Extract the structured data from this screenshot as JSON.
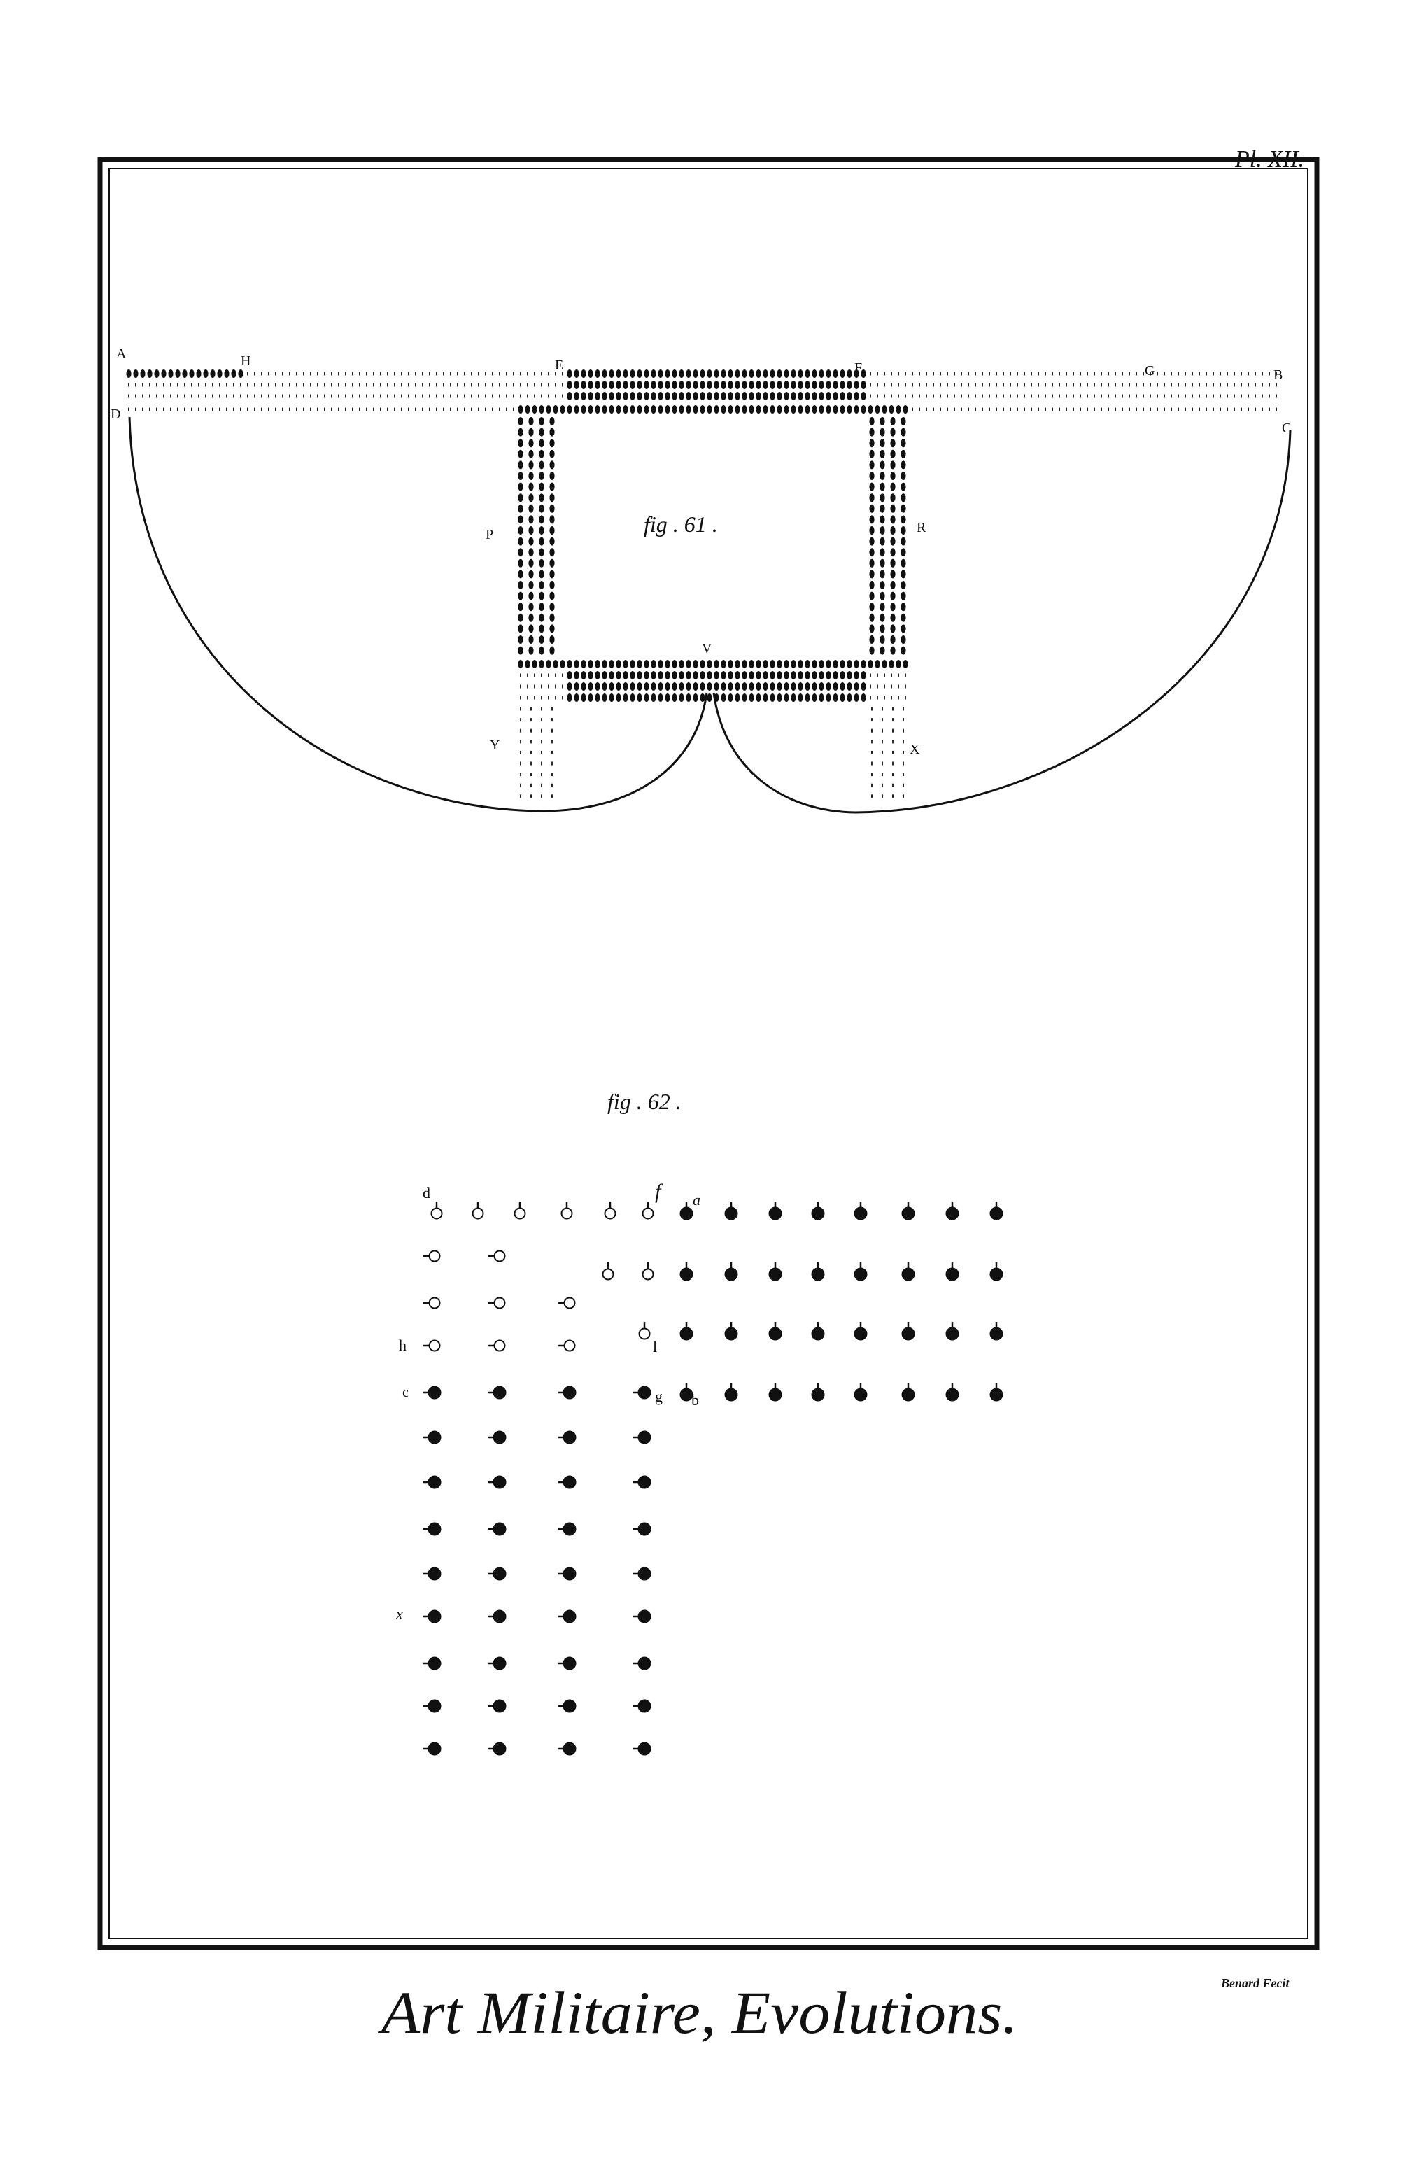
{
  "plate": {
    "number": "Pl. XII.",
    "title": "Art Militaire, Evolutions.",
    "engraver": "Benard Fecit"
  },
  "fig61": {
    "caption": "fig . 61 .",
    "labels": {
      "A": "A",
      "H": "H",
      "E": "E",
      "F": "F",
      "G": "G",
      "B": "B",
      "C": "C",
      "D": "D",
      "P": "P",
      "R": "R",
      "V": "V",
      "Y": "Y",
      "X": "X"
    }
  },
  "fig62": {
    "caption": "fig . 62 .",
    "labels": {
      "d": "d",
      "f": "f",
      "a": "a",
      "h": "h",
      "l": "l",
      "c": "c",
      "g": "g",
      "b": "b",
      "x": "x"
    }
  },
  "colors": {
    "ink": "#111111",
    "paper": "#ffffff"
  }
}
